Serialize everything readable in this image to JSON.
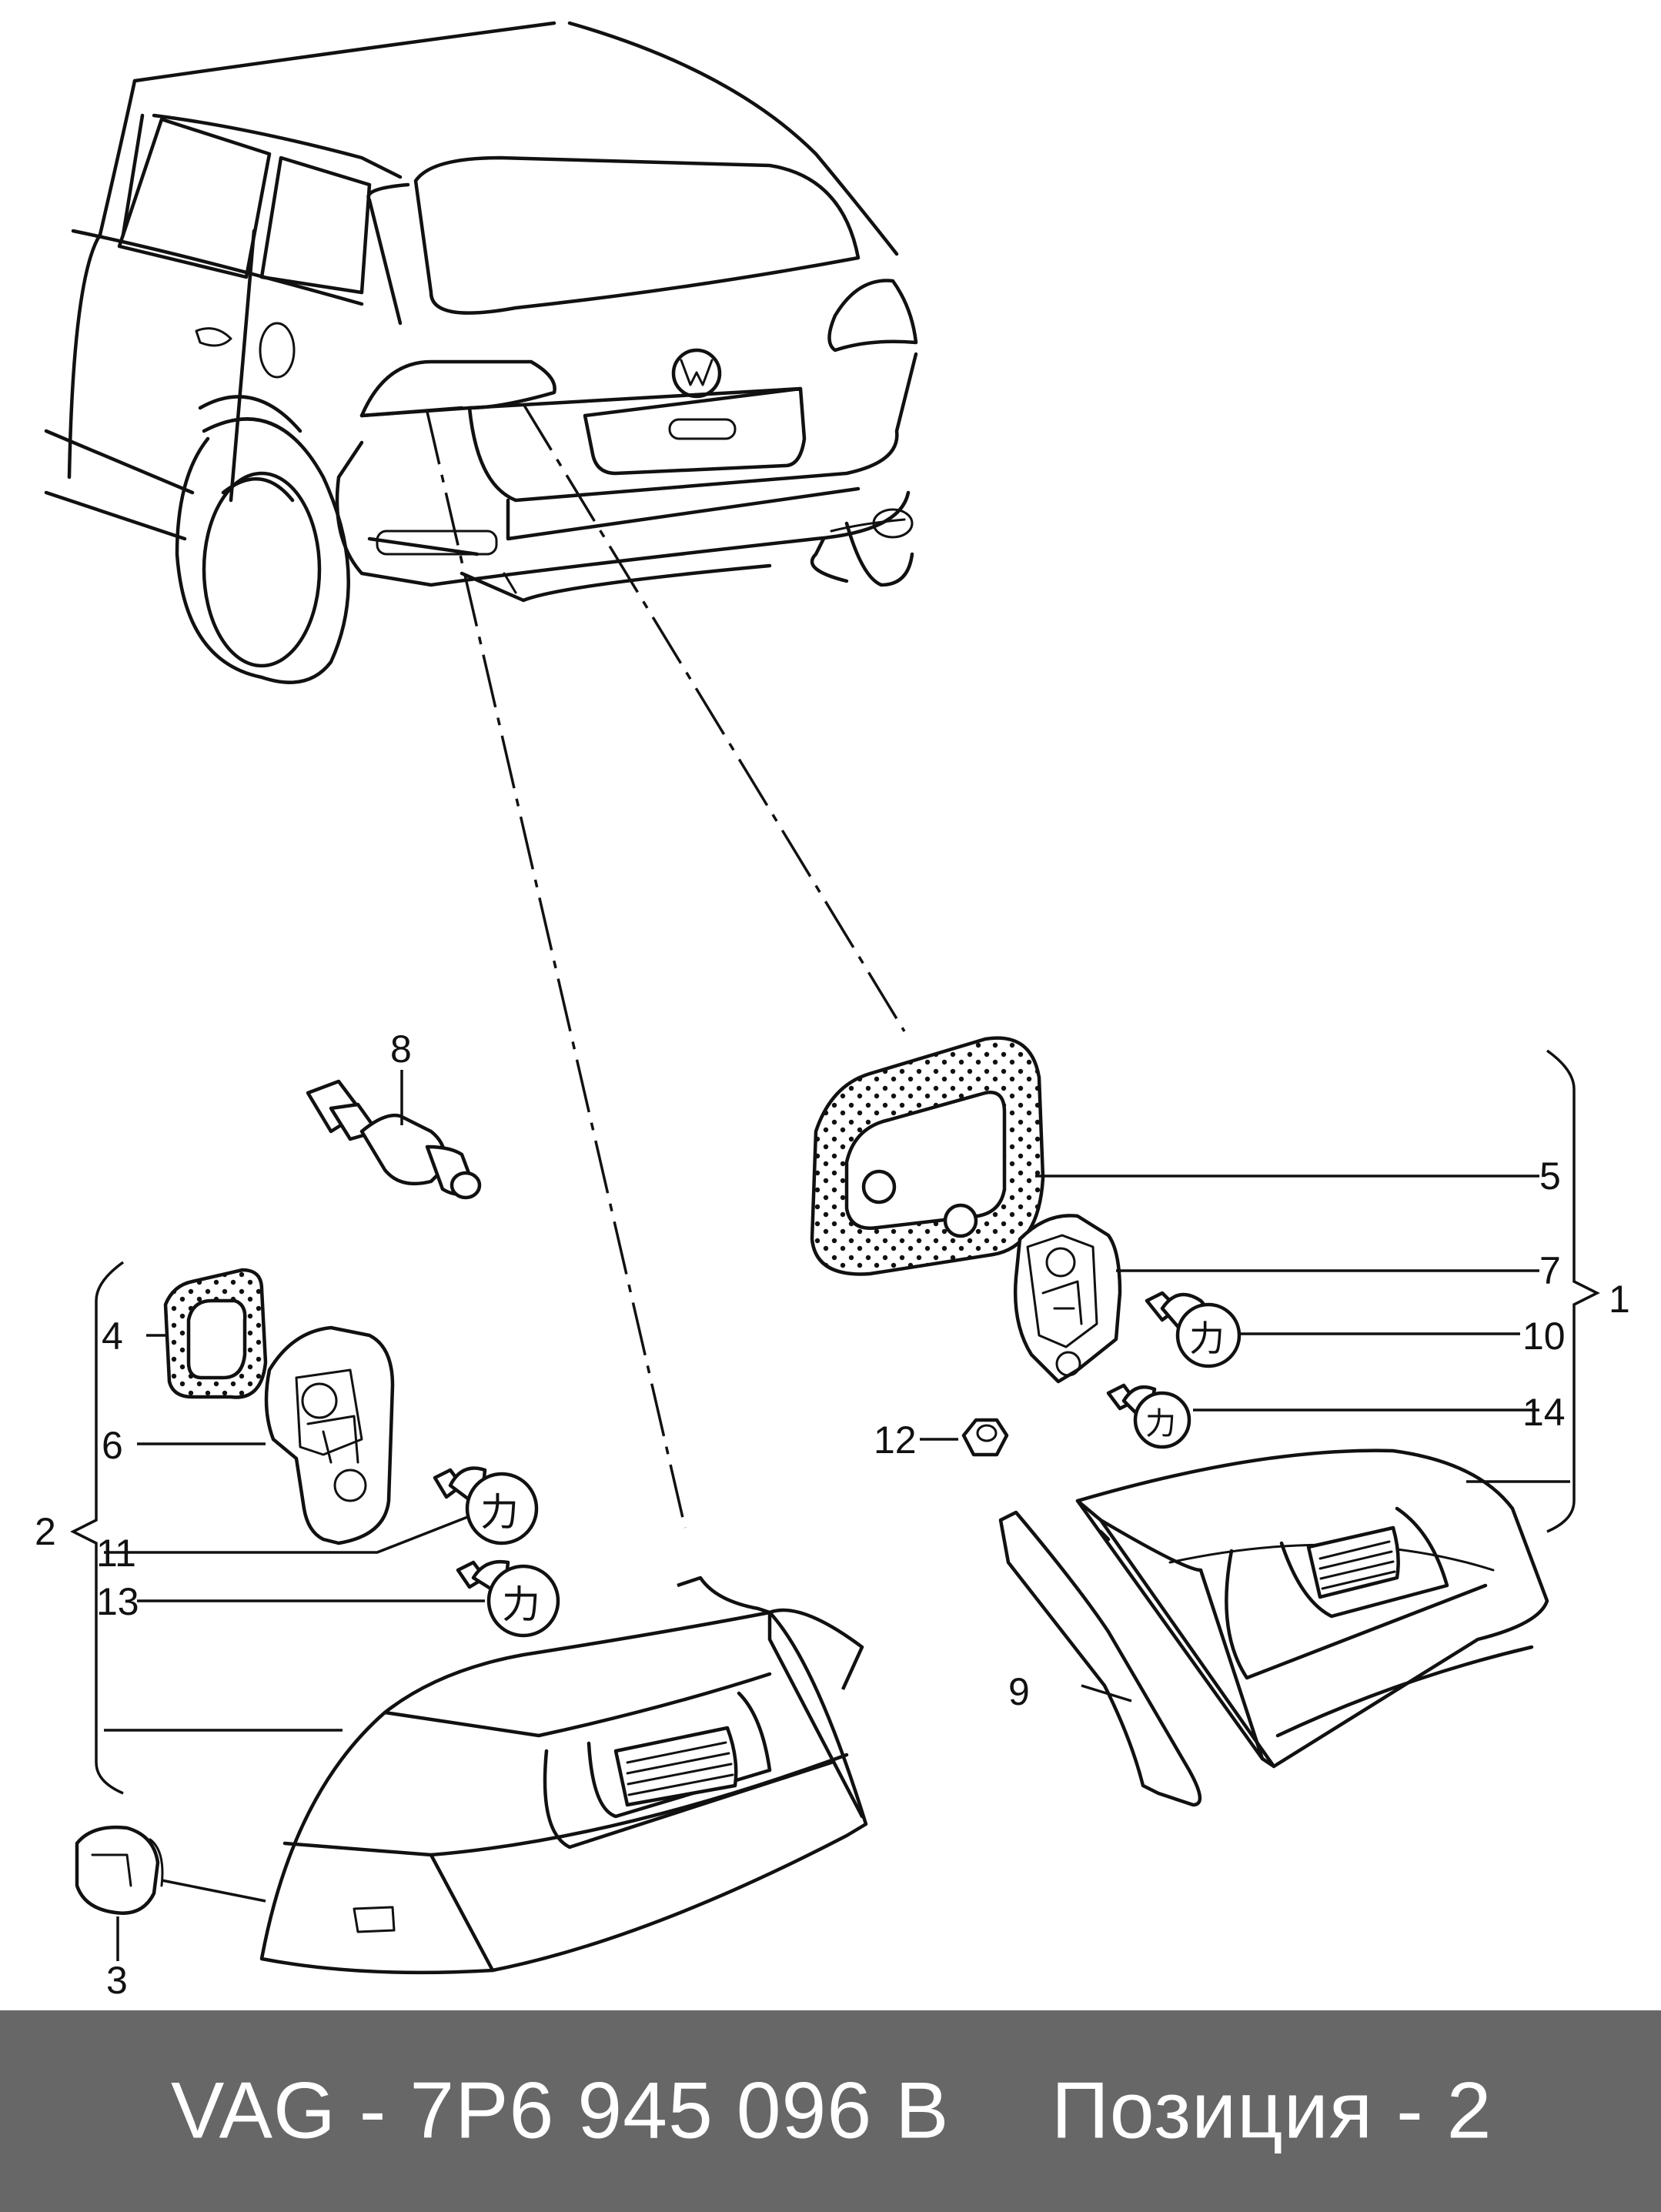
{
  "callouts": {
    "c1": "1",
    "c2": "2",
    "c3": "3",
    "c4": "4",
    "c5": "5",
    "c6": "6",
    "c7": "7",
    "c8": "8",
    "c9": "9",
    "c10": "10",
    "c11": "11",
    "c12": "12",
    "c13": "13",
    "c14": "14"
  },
  "footer": {
    "part_number": "VAG - 7P6 945 096 B",
    "position": "Позиция - 2"
  },
  "colors": {
    "footer_background": "#676767",
    "footer_text": "#ffffff",
    "line_art": "#111111"
  }
}
